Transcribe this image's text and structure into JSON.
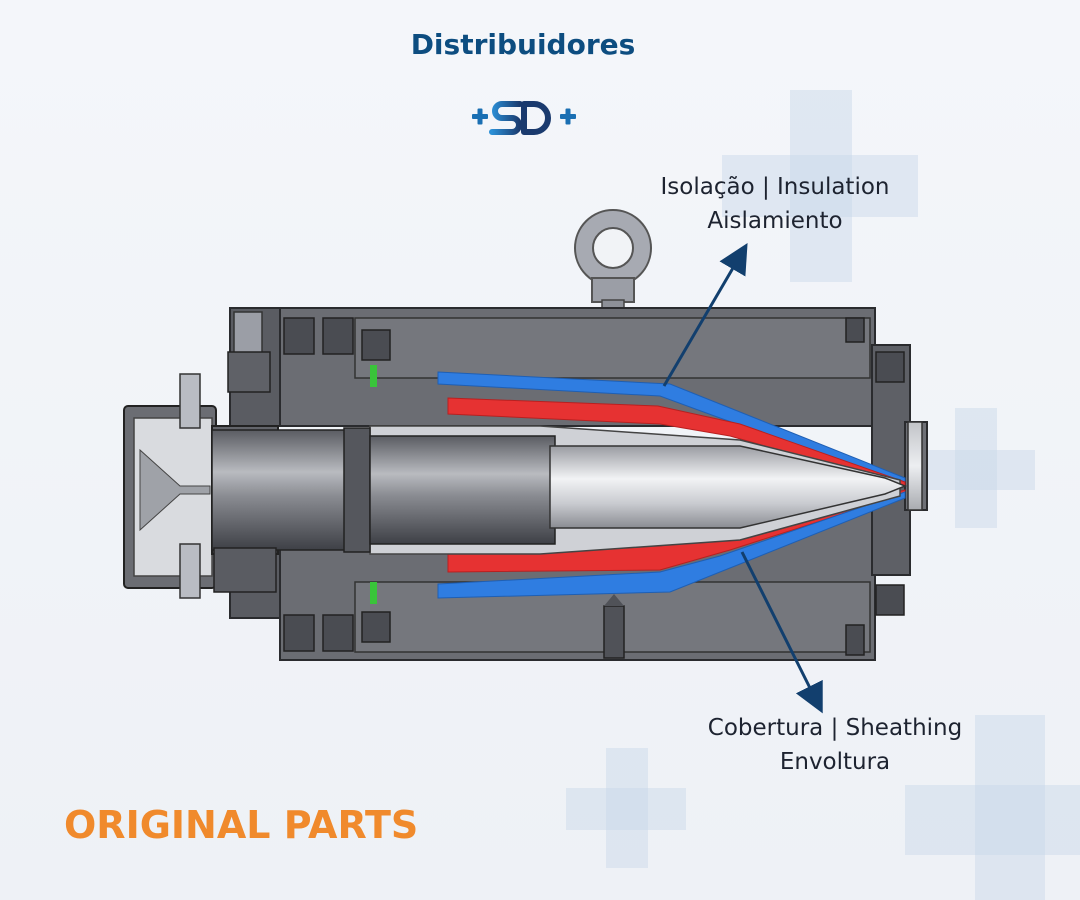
{
  "header": {
    "title": "Distribuidores"
  },
  "logo": {
    "icon": "sd-brand-logo"
  },
  "labels": {
    "insulation": {
      "line1": "Isolação | Insulation",
      "line2": "Aislamiento"
    },
    "sheathing": {
      "line1": "Cobertura | Sheathing",
      "line2": "Envoltura"
    }
  },
  "footer": {
    "text": "ORIGINAL PARTS"
  },
  "colors": {
    "title": "#0d4d80",
    "footer": "#f08a2c",
    "insulation": "#2f7de1",
    "sheathing": "#e63232",
    "metal_dark": "#4a4c52",
    "metal_mid": "#6e7076",
    "metal_light": "#d3d5d9",
    "arrow": "#123f6e"
  }
}
